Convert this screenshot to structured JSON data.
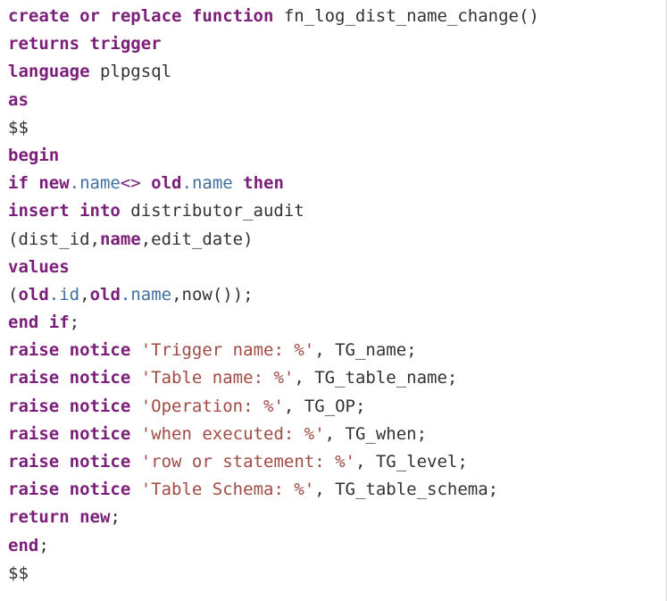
{
  "code": {
    "lines": [
      [
        {
          "t": "create or replace function",
          "k": "keyword"
        },
        {
          "t": " fn_log_dist_name_change()",
          "k": "plain"
        }
      ],
      [
        {
          "t": "returns trigger",
          "k": "keyword"
        }
      ],
      [
        {
          "t": "language",
          "k": "keyword"
        },
        {
          "t": " plpgsql",
          "k": "plain"
        }
      ],
      [
        {
          "t": "as",
          "k": "keyword"
        }
      ],
      [
        {
          "t": "$$",
          "k": "plain"
        }
      ],
      [
        {
          "t": "begin",
          "k": "keyword"
        }
      ],
      [
        {
          "t": "if new",
          "k": "keyword"
        },
        {
          "t": ".name",
          "k": "field"
        },
        {
          "t": "<>",
          "k": "operator"
        },
        {
          "t": " old",
          "k": "keyword"
        },
        {
          "t": ".name",
          "k": "field"
        },
        {
          "t": " then",
          "k": "keyword"
        }
      ],
      [
        {
          "t": "insert into",
          "k": "keyword"
        },
        {
          "t": " distributor_audit",
          "k": "plain"
        }
      ],
      [
        {
          "t": "(dist_id,",
          "k": "plain"
        },
        {
          "t": "name",
          "k": "keyword"
        },
        {
          "t": ",edit_date)",
          "k": "plain"
        }
      ],
      [
        {
          "t": "values",
          "k": "keyword"
        }
      ],
      [
        {
          "t": "(",
          "k": "plain"
        },
        {
          "t": "old",
          "k": "keyword"
        },
        {
          "t": ".id",
          "k": "field"
        },
        {
          "t": ",",
          "k": "plain"
        },
        {
          "t": "old",
          "k": "keyword"
        },
        {
          "t": ".name",
          "k": "field"
        },
        {
          "t": ",now());",
          "k": "plain"
        }
      ],
      [
        {
          "t": "end if",
          "k": "keyword"
        },
        {
          "t": ";",
          "k": "plain"
        }
      ],
      [
        {
          "t": "raise notice",
          "k": "keyword"
        },
        {
          "t": " ",
          "k": "plain"
        },
        {
          "t": "'Trigger name: %'",
          "k": "string"
        },
        {
          "t": ", TG_name;",
          "k": "plain"
        }
      ],
      [
        {
          "t": "raise notice",
          "k": "keyword"
        },
        {
          "t": " ",
          "k": "plain"
        },
        {
          "t": "'Table name: %'",
          "k": "string"
        },
        {
          "t": ", TG_table_name;",
          "k": "plain"
        }
      ],
      [
        {
          "t": "raise notice",
          "k": "keyword"
        },
        {
          "t": " ",
          "k": "plain"
        },
        {
          "t": "'Operation: %'",
          "k": "string"
        },
        {
          "t": ", TG_OP;",
          "k": "plain"
        }
      ],
      [
        {
          "t": "raise notice",
          "k": "keyword"
        },
        {
          "t": " ",
          "k": "plain"
        },
        {
          "t": "'when executed: %'",
          "k": "string"
        },
        {
          "t": ", TG_when;",
          "k": "plain"
        }
      ],
      [
        {
          "t": "raise notice",
          "k": "keyword"
        },
        {
          "t": " ",
          "k": "plain"
        },
        {
          "t": "'row or statement: %'",
          "k": "string"
        },
        {
          "t": ", TG_level;",
          "k": "plain"
        }
      ],
      [
        {
          "t": "raise notice",
          "k": "keyword"
        },
        {
          "t": " ",
          "k": "plain"
        },
        {
          "t": "'Table Schema: %'",
          "k": "string"
        },
        {
          "t": ", TG_table_schema;",
          "k": "plain"
        }
      ],
      [
        {
          "t": "return new",
          "k": "keyword"
        },
        {
          "t": ";",
          "k": "plain"
        }
      ],
      [
        {
          "t": "end",
          "k": "keyword"
        },
        {
          "t": ";",
          "k": "plain"
        }
      ],
      [
        {
          "t": "$$",
          "k": "plain"
        }
      ]
    ]
  },
  "colors": {
    "background": "#ffffff",
    "keyword": "#7a1e7a",
    "plain": "#333333",
    "field": "#3f6fa0",
    "string": "#a04a43"
  }
}
